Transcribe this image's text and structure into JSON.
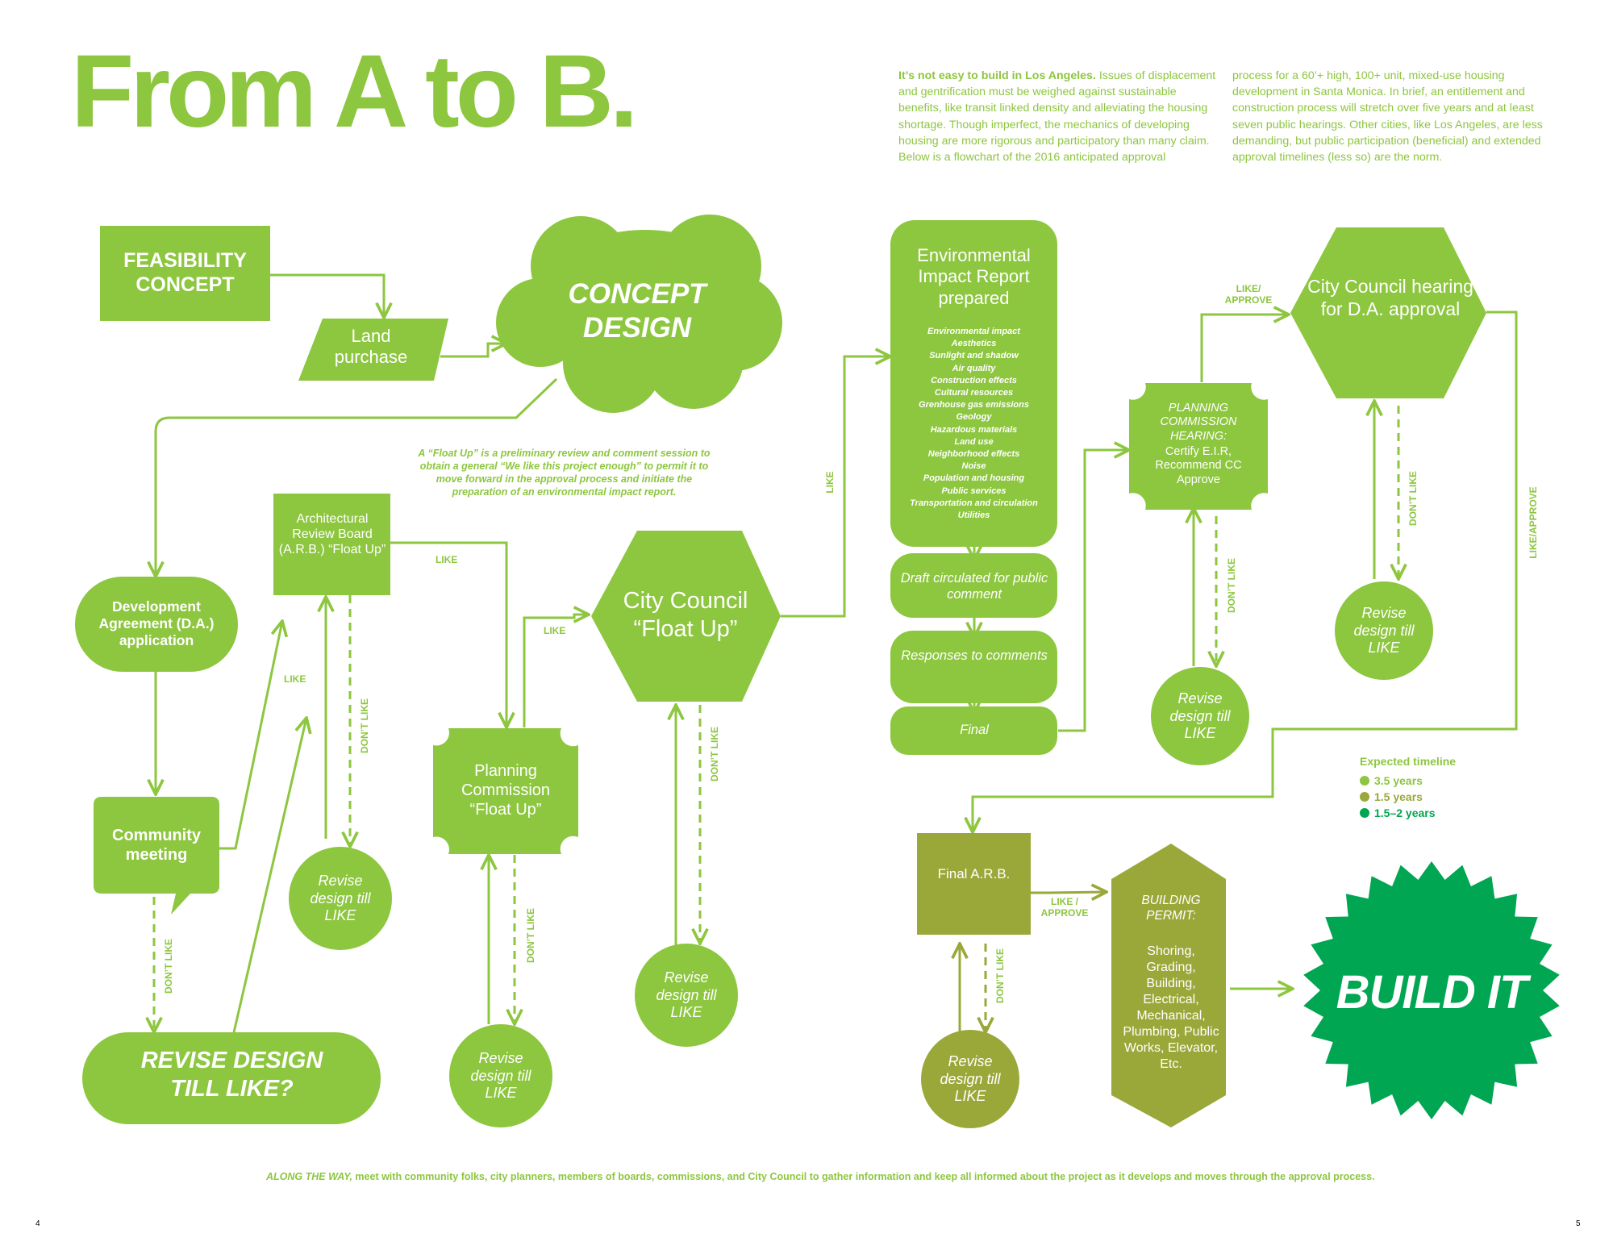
{
  "title": "From A to B.",
  "intro": {
    "lead": "It’s not easy to build in Los Angeles.",
    "col1": " Issues of displacement and gentrification must be weighed against sustainable benefits, like transit linked density and alleviating the housing shortage. Though imperfect, the mechanics of developing housing are more rigorous and participatory than many claim. Below is a flowchart of the 2016 anticipated approval",
    "col2": "process for a 60’+ high, 100+ unit, mixed-use housing development in Santa Monica. In brief, an entitlement and construction process will stretch over five years and at least seven public hearings. Other cities, like Los Angeles, are less demanding, but public participation (beneficial) and extended approval timelines (less so) are the norm."
  },
  "colors": {
    "green": "#8dc63f",
    "olive": "#9aa83a",
    "dark_green": "#00a651"
  },
  "nodes": {
    "feasibility": "FEASIBILITY CONCEPT",
    "land": "Land purchase",
    "concept": "CONCEPT DESIGN",
    "da_app": "Development Agreement (D.A.) application",
    "community": "Community meeting",
    "revise_big": "REVISE DESIGN TILL LIKE?",
    "arb": "Architectural Review Board (A.R.B.) “Float Up”",
    "pc_float": "Planning Commission “Float Up”",
    "cc_float": "City Council “Float Up”",
    "eir_title": "Environmental Impact Report prepared",
    "eir_items": [
      "Environmental impact",
      "Aesthetics",
      "Sunlight and shadow",
      "Air quality",
      "Construction effects",
      "Cultural resources",
      "Grenhouse gas emissions",
      "Geology",
      "Hazardous materials",
      "Land use",
      "Neighborhood effects",
      "Noise",
      "Population and housing",
      "Public services",
      "Transportation and circulation",
      "Utilities"
    ],
    "draft": "Draft circulated for public comment",
    "responses": "Responses to comments",
    "final": "Final",
    "pc_hearing_a": "PLANNING COMMISSION HEARING:",
    "pc_hearing_b": "Certify E.I.R, Recommend CC Approve",
    "cc_hearing": "City Council hearing for D.A. approval",
    "final_arb": "Final A.R.B.",
    "permit_title": "BUILDING PERMIT:",
    "permit_items": "Shoring, Grading, Building, Electrical, Mechanical, Plumbing, Public Works, Elevator, Etc.",
    "build": "BUILD IT",
    "revise": "Revise design till LIKE"
  },
  "edge_labels": {
    "like": "LIKE",
    "dont_like": "DON’T LIKE",
    "like_approve": "LIKE/ APPROVE",
    "like_approve_slash": "LIKE / APPROVE",
    "like_approve_vert": "LIKE/APPROVE",
    "like_approve_final": "LIKE / APPROVE"
  },
  "float_up_note": "A “Float Up” is a preliminary review and comment session to obtain a general “We like this project enough” to permit it to move forward in the approval process and initiate the preparation of an environmental impact report.",
  "legend": {
    "title": "Expected timeline",
    "items": [
      {
        "label": "3.5 years",
        "color": "#8dc63f"
      },
      {
        "label": "1.5 years",
        "color": "#9aa83a"
      },
      {
        "label": "1.5–2 years",
        "color": "#00a651"
      }
    ]
  },
  "footer": {
    "lead": "ALONG THE WAY,",
    "text": " meet with community folks, city planners, members of boards, commissions, and City Council to gather  information and keep all informed about the project as it develops and moves through the approval process."
  },
  "page_numbers": {
    "left": "4",
    "right": "5"
  }
}
